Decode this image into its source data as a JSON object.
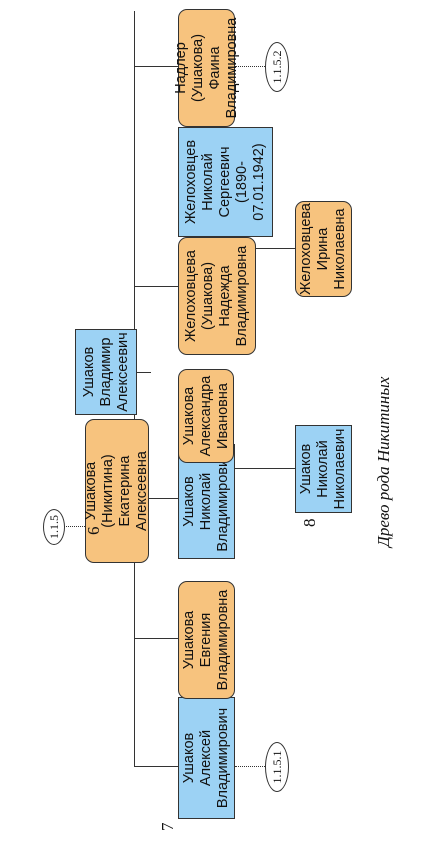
{
  "people": {
    "ushakova_ekaterina": [
      "Ушакова",
      "(Никитина)",
      "Екатерина",
      "Алексеевна"
    ],
    "ushakov_vladimir": [
      "Ушаков",
      "Владимир",
      "Алексеевич"
    ],
    "ushakov_aleksey": [
      "Ушаков",
      "Алексей",
      "Владимирович"
    ],
    "ushakova_evgenia": [
      "Ушакова",
      "Евгения",
      "Владимировна"
    ],
    "ushakov_nikolay_v": [
      "Ушаков",
      "Николай",
      "Владимирович"
    ],
    "ushakova_aleksandra": [
      "Ушакова",
      "Александра",
      "Ивановна"
    ],
    "ushakov_nikolay_n": [
      "Ушаков",
      "Николай",
      "Николаевич"
    ],
    "zhelokhovtseva_nadezhda": [
      "Желоховцева",
      "(Ушакова)",
      "Надежда",
      "Владимировна"
    ],
    "zhelokhovtsev_nikolay": [
      "Желоховцев",
      "Николай",
      "Сергеевич",
      "(1890-",
      "07.01.1942)"
    ],
    "zhelokhovtseva_irina": [
      "Желоховцева",
      "Ирина",
      "Николаевна"
    ],
    "nadler_faina": [
      "Надлер",
      "(Ушакова)",
      "Фаина",
      "Владимировна"
    ]
  },
  "refs": {
    "root": "1.1.5",
    "aleksey": "1.1.5.1",
    "faina": "1.1.5.2"
  },
  "page_numbers": {
    "six": "6",
    "seven": "7",
    "eight": "8"
  },
  "caption": "Древо рода Никитиных",
  "colors": {
    "male_box": "#9cd2f4",
    "female_box": "#f7c37e"
  }
}
